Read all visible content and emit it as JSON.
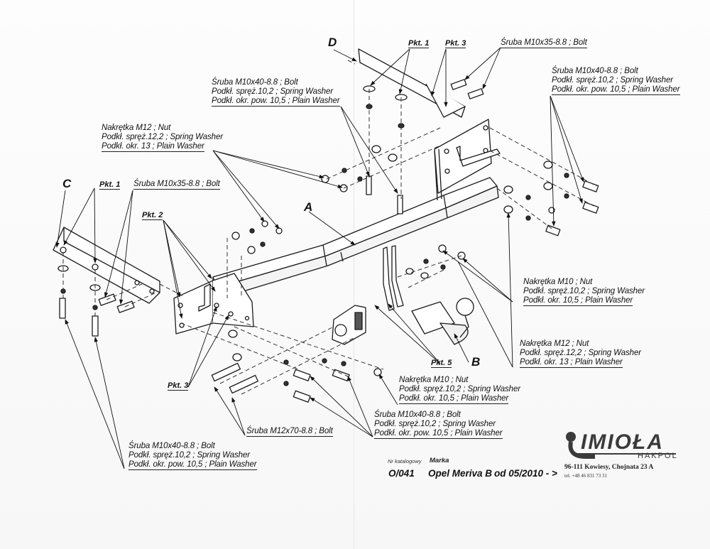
{
  "document": {
    "type": "tow bar assembly instruction drawing",
    "part_letters": {
      "A": "A",
      "B": "B",
      "C": "C",
      "D": "D"
    },
    "points": {
      "pkt1": "Pkt. 1",
      "pkt2": "Pkt. 2",
      "pkt3": "Pkt. 3",
      "pkt5": "Pkt. 5"
    },
    "callouts": {
      "bolt_m10x35_top": [
        "Śruba M10x35-8.8 ;  Bolt"
      ],
      "bolt_m10x40_top_center": [
        "Śruba M10x40-8.8 ;  Bolt",
        "Podkł. spręż.10,2 ; Spring Washer",
        "Podkł. okr. pow. 10,5 ; Plain Washer"
      ],
      "bolt_m10x40_top_right": [
        "Śruba M10x40-8.8 ;  Bolt",
        "Podkł. spręż.10,2 ; Spring Washer",
        "Podkł. okr. pow. 10,5 ; Plain Washer"
      ],
      "nut_m12_left": [
        "Nakrętka  M12 ; Nut",
        "Podkł. spręż.12,2 ; Spring Washer",
        "Podkł. okr. 13 ; Plain Washer"
      ],
      "bolt_m10x35_left": [
        "Śruba M10x35-8.8 ;  Bolt"
      ],
      "nut_m10_right": [
        "Nakrętka  M10 ; Nut",
        "Podkł. spręż.10,2 ; Spring Washer",
        "Podkł. okr. 10,5 ; Plain Washer"
      ],
      "nut_m12_right": [
        "Nakrętka  M12 ; Nut",
        "Podkł. spręż.12,2 ; Spring Washer",
        "Podkł. okr. 13 ; Plain Washer"
      ],
      "nut_m10_bottom": [
        "Nakrętka  M10 ; Nut",
        "Podkł. spręż.10,2 ; Spring Washer",
        "Podkł. okr. 10,5 ; Plain Washer"
      ],
      "bolt_m10x40_bottom_center": [
        "Śruba M10x40-8.8 ;  Bolt",
        "Podkł. spręż.10,2 ; Spring Washer",
        "Podkł. okr. pow. 10,5 ; Plain Washer"
      ],
      "bolt_m12x70_bottom": [
        "Śruba M12x70-8.8 ;  Bolt"
      ],
      "bolt_m10x40_bottom_left": [
        "Śruba M10x40-8.8 ;  Bolt",
        "Podkł. spręż.10,2 ; Spring Washer",
        "Podkł. okr. pow. 10,5 ; Plain Washer"
      ]
    },
    "catalog": {
      "nr_label": "Nr katalogowy",
      "marka_label": "Marka",
      "number": "O/041",
      "vehicle": "Opel Meriva B",
      "from_date": "od 05/2010 - >"
    },
    "manufacturer": {
      "logo": "IMIOŁA",
      "sub": "HAKPOL",
      "address": "96-111 Kowiesy, Chojnata 23 A",
      "phone": "tel. +48 46 831 73 31"
    },
    "colors": {
      "ink": "#111111",
      "paper": "#fafafa",
      "logo": "#3a3a3a"
    }
  }
}
